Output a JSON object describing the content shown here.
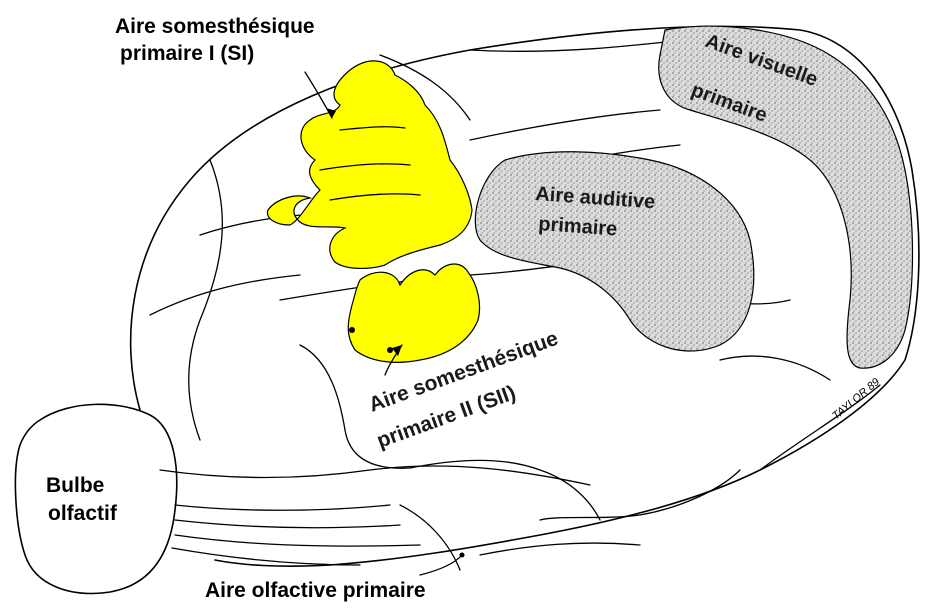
{
  "labels": {
    "somato_1_line1": "Aire somesthésique",
    "somato_1_line2": "primaire I (SI)",
    "visual_line1": "Aire visuelle",
    "visual_line2": "primaire",
    "auditory_line1": "Aire auditive",
    "auditory_line2": "primaire",
    "somato_2_line1": "Aire somesthésique",
    "somato_2_line2": "primaire II (SII)",
    "olf_bulb_line1": "Bulbe",
    "olf_bulb_line2": "olfactif",
    "olf_area": "Aire olfactive primaire",
    "signature": "TAYLOR 89"
  },
  "colors": {
    "somatosensory": "#ffff00",
    "stipple_area": "#d6d6d6",
    "outline": "#000000",
    "background": "#ffffff"
  }
}
